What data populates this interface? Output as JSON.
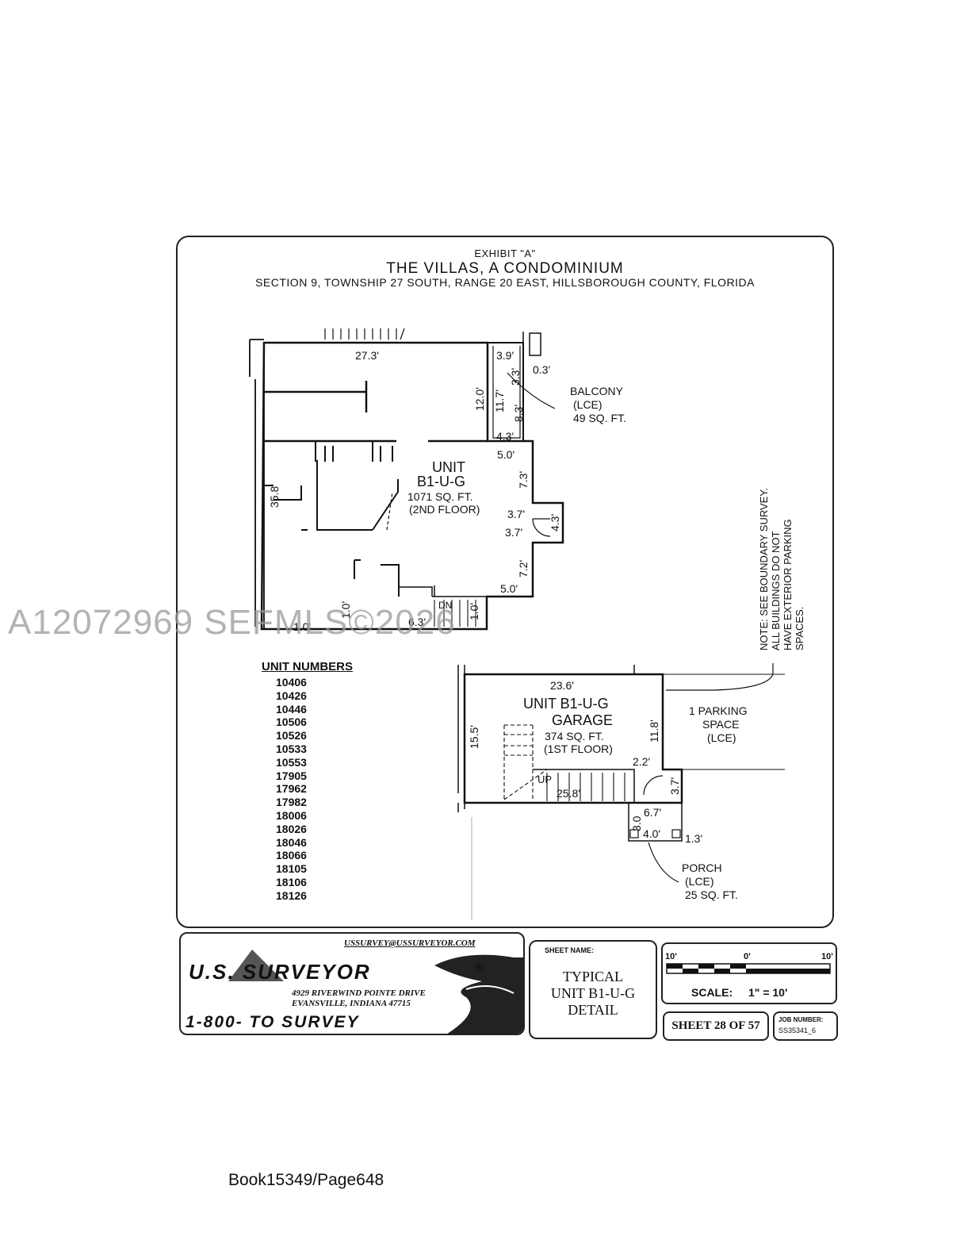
{
  "header": {
    "exhibit": "EXHIBIT \"A\"",
    "title": "THE VILLAS, A CONDOMINIUM",
    "location": "SECTION 9, TOWNSHIP 27 SOUTH, RANGE 20 EAST, HILLSBOROUGH COUNTY, FLORIDA"
  },
  "second_floor": {
    "unit_line1": "UNIT",
    "unit_line2": "B1-U-G",
    "area": "1071 SQ. FT.",
    "floor": "(2ND FLOOR)",
    "dims": {
      "top_width": "27.3'",
      "balcony_top": "3.9'",
      "d03": "0.3'",
      "d33": "3.3'",
      "d120": "12.0'",
      "d117": "11.7'",
      "d83": "8.3'",
      "d43": "4.3'",
      "d50a": "5.0'",
      "d73": "7.3'",
      "d37a": "3.7'",
      "d43b": "4.3'",
      "d37b": "3.7'",
      "d72": "7.2'",
      "d50b": "5.0'",
      "d358": "35.8'",
      "d10a": "1.0'",
      "d10b": "1.0'",
      "d63": "6.3'",
      "dn": "DN"
    }
  },
  "balcony": {
    "line1": "BALCONY",
    "line2": "(LCE)",
    "line3": "49 SQ. FT."
  },
  "note": {
    "line1": "NOTE: SEE BOUNDARY SURVEY.",
    "line2": "ALL BUILDINGS DO NOT",
    "line3": "HAVE EXTERIOR PARKING",
    "line4": "SPACES."
  },
  "unit_numbers": {
    "heading": "UNIT NUMBERS",
    "items": [
      "10406",
      "10426",
      "10446",
      "10506",
      "10526",
      "10533",
      "10553",
      "17905",
      "17962",
      "17982",
      "18006",
      "18026",
      "18046",
      "18066",
      "18105",
      "18106",
      "18126"
    ]
  },
  "garage": {
    "line1": "UNIT B1-U-G",
    "line2": "GARAGE",
    "area": "374 SQ. FT.",
    "floor": "(1ST FLOOR)",
    "dims": {
      "top": "23.6'",
      "left": "15.5'",
      "right": "11.8'",
      "d22": "2.2'",
      "d37": "3.7'",
      "d258": "25.8'",
      "up": "UP",
      "d67": "6.7'",
      "d30": "3.0",
      "d40": "4.0'",
      "d13": "1.3'"
    }
  },
  "parking": {
    "line1": "1 PARKING",
    "line2": "SPACE",
    "line3": "(LCE)"
  },
  "porch": {
    "line1": "PORCH",
    "line2": "(LCE)",
    "line3": "25 SQ. FT."
  },
  "title_block": {
    "email": "USSURVEY@USSURVEYOR.COM",
    "company": "U.S. SURVEYOR",
    "registered": "®",
    "address1": "4929 RIVERWIND POINTE DRIVE",
    "address2": "EVANSVILLE, INDIANA 47715",
    "phone": "1-800- TO SURVEY",
    "sheet_name_label": "SHEET NAME:",
    "sheet_name_1": "TYPICAL",
    "sheet_name_2": "UNIT B1-U-G",
    "sheet_name_3": "DETAIL",
    "scale_left": "10'",
    "scale_mid": "0'",
    "scale_right": "10'",
    "scale_label": "SCALE:",
    "scale_value": "1\" = 10'",
    "sheet_of": "SHEET 28 OF 57",
    "job_label": "JOB NUMBER:",
    "job_number": "SS35341_6"
  },
  "watermark": "A12072969  SEFMLS©2026",
  "footer": "Book15349/Page648"
}
